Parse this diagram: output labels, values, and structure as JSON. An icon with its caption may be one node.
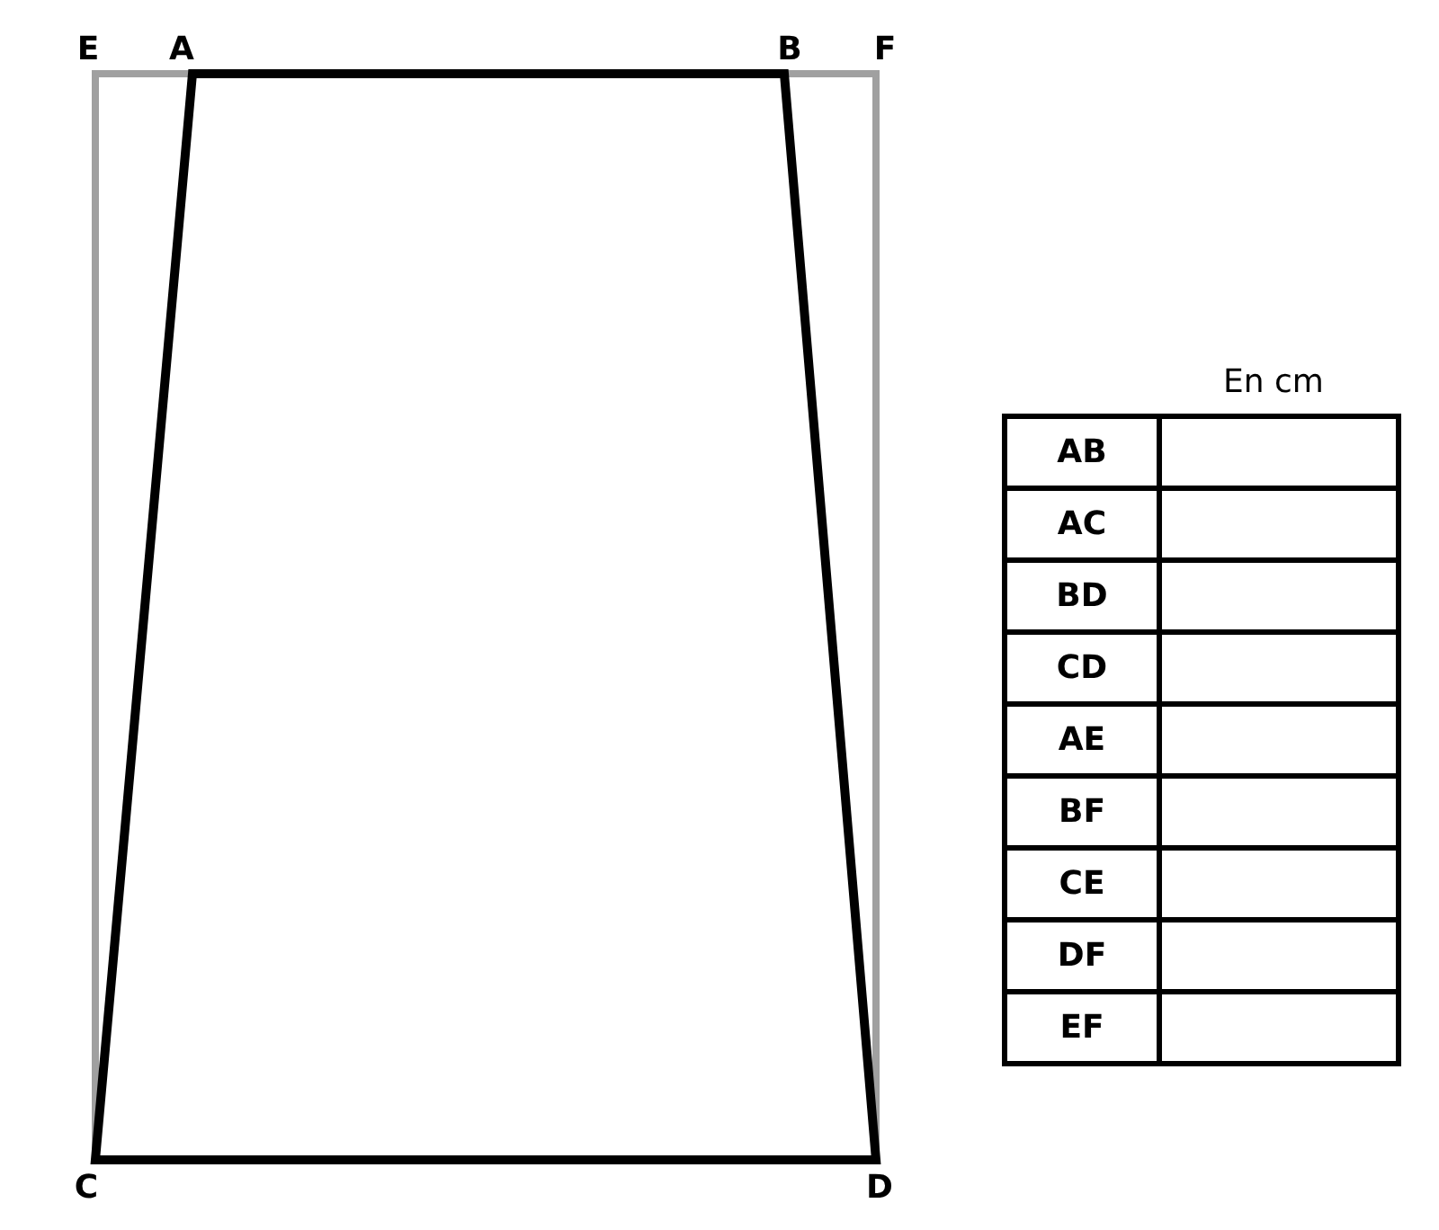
{
  "diagram": {
    "labels": [
      "E",
      "A",
      "B",
      "F",
      "En cm",
      "AB",
      "AC",
      "BD",
      "CD",
      "AE",
      "BF",
      "CE",
      "DF",
      "EF",
      "C",
      "D"
    ]
  }
}
